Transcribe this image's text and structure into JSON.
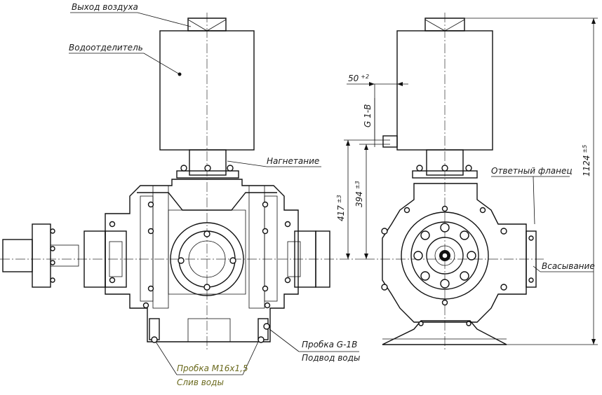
{
  "colors": {
    "line": "#111111",
    "olive_label": "#6b6a1e",
    "background": "#ffffff"
  },
  "labels": {
    "air_outlet": "Выход воздуха",
    "water_separator": "Водоотделитель",
    "discharge": "Нагнетание",
    "plug_g1b": "Пробка G-1B",
    "water_supply": "Подвод воды",
    "plug_m16": "Пробка М16х1,5",
    "water_drain": "Слив воды",
    "counter_flange": "Ответный фланец",
    "suction": "Всасывание"
  },
  "dimensions": {
    "d50": {
      "value": "50",
      "tol": "+2"
    },
    "thread": "G 1-B",
    "d417": {
      "value": "417",
      "tol": "±3"
    },
    "d394": {
      "value": "394",
      "tol": "±3"
    },
    "d1124": {
      "value": "1124",
      "tol": "±5"
    }
  }
}
